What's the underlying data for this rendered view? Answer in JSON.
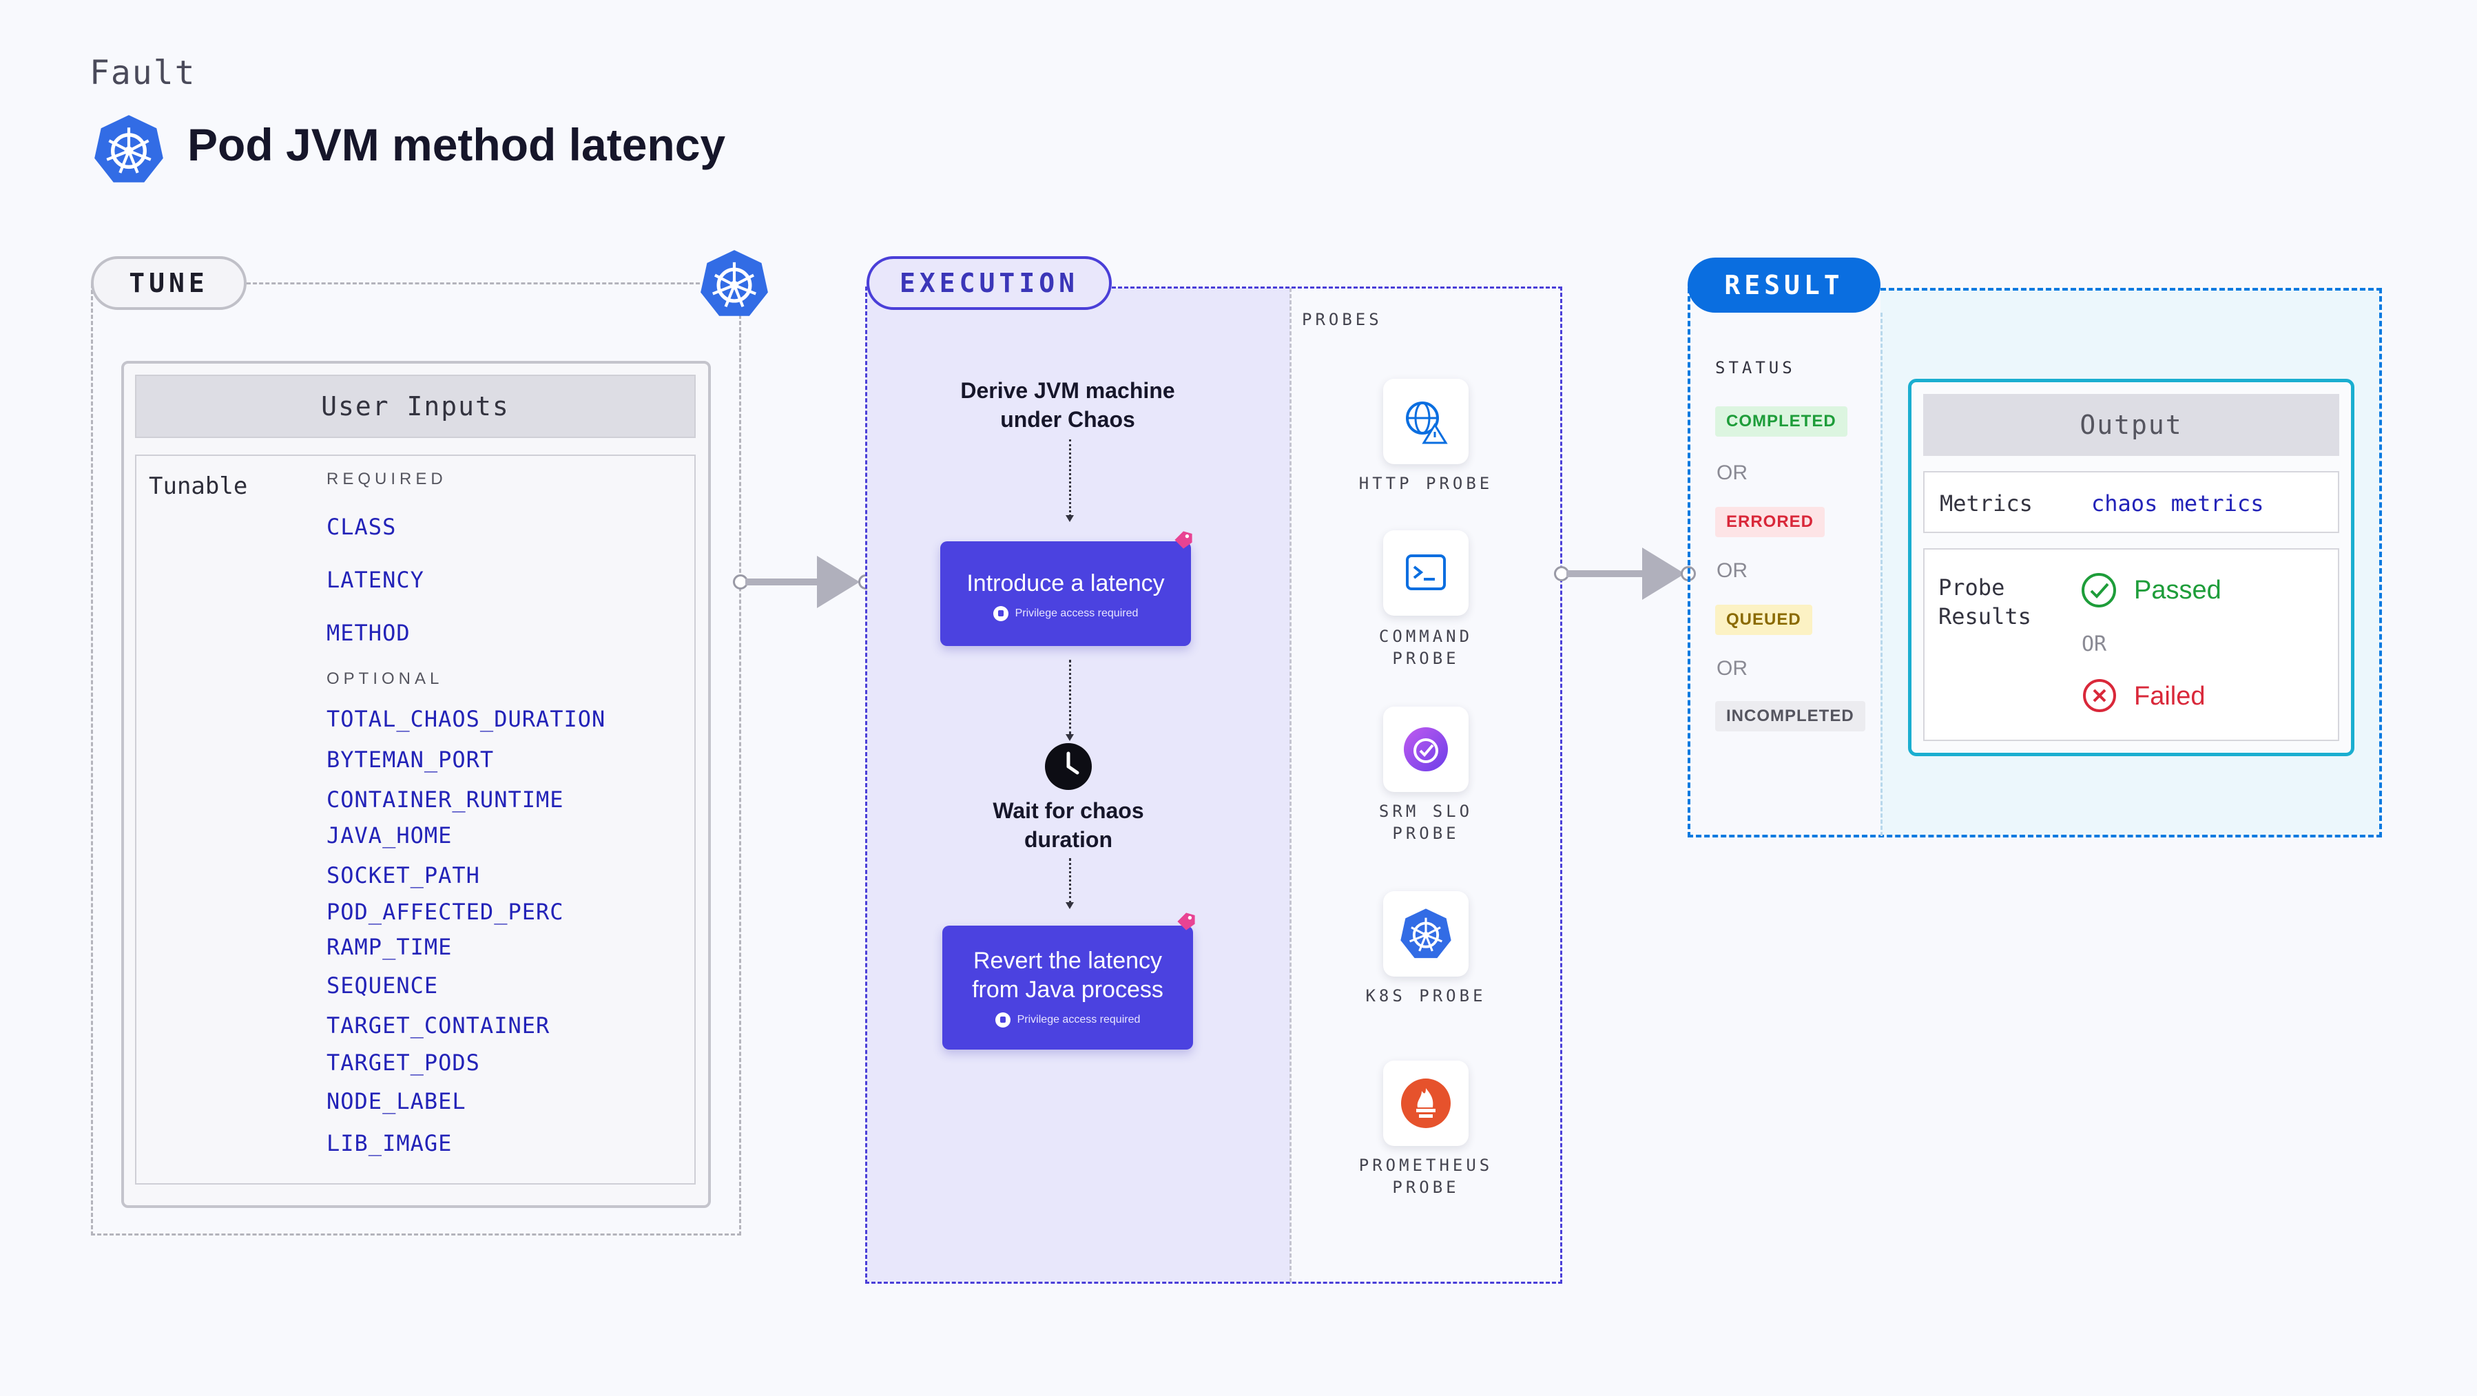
{
  "header": {
    "fault_label": "Fault",
    "title": "Pod JVM method latency"
  },
  "tune": {
    "pill_label": "TUNE",
    "card_title": "User Inputs",
    "tunable_label": "Tunable",
    "required_label": "REQUIRED",
    "required_params": [
      "CLASS",
      "LATENCY",
      "METHOD"
    ],
    "optional_label": "OPTIONAL",
    "optional_params": [
      "TOTAL_CHAOS_DURATION",
      "BYTEMAN_PORT",
      "CONTAINER_RUNTIME",
      "JAVA_HOME",
      "SOCKET_PATH",
      "POD_AFFECTED_PERC",
      "RAMP_TIME",
      "SEQUENCE",
      "TARGET_CONTAINER",
      "TARGET_PODS",
      "NODE_LABEL",
      "LIB_IMAGE"
    ]
  },
  "execution": {
    "pill_label": "EXECUTION",
    "step1_text": "Derive JVM machine under Chaos",
    "step2_title": "Introduce a latency",
    "step2_note": "Privilege access required",
    "step3_text": "Wait for chaos duration",
    "step4_title": "Revert the latency from Java process",
    "step4_note": "Privilege access required",
    "probes_label": "PROBES",
    "probes": [
      {
        "label": "HTTP PROBE",
        "icon": "globe-warning-icon"
      },
      {
        "label": "COMMAND PROBE",
        "icon": "terminal-icon"
      },
      {
        "label": "SRM SLO PROBE",
        "icon": "srm-slo-icon"
      },
      {
        "label": "K8S PROBE",
        "icon": "kubernetes-icon"
      },
      {
        "label": "PROMETHEUS PROBE",
        "icon": "prometheus-icon"
      }
    ]
  },
  "result": {
    "pill_label": "RESULT",
    "status_label": "STATUS",
    "statuses": [
      "COMPLETED",
      "ERRORED",
      "QUEUED",
      "INCOMPLETED"
    ],
    "or_text": "OR",
    "output_title": "Output",
    "metrics_label": "Metrics",
    "metrics_value": "chaos metrics",
    "probe_results_label": "Probe Results",
    "passed_text": "Passed",
    "failed_text": "Failed"
  },
  "colors": {
    "execution_accent": "#4b42e0",
    "result_accent": "#0a6ee0",
    "completed": "#1e9d3a",
    "errored": "#d9283a",
    "queued": "#8a6a00",
    "param_text": "#2323b8"
  }
}
